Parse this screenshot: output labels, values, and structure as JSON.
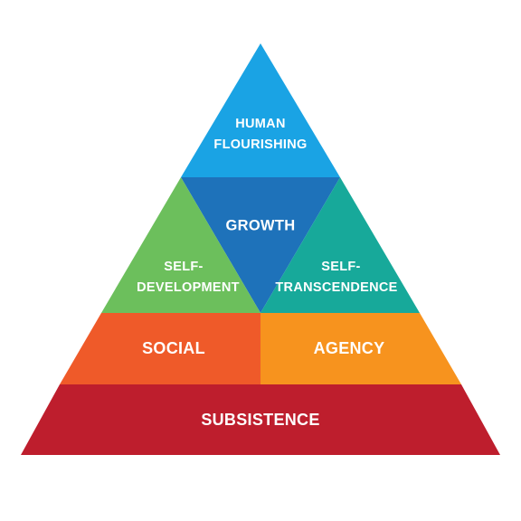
{
  "diagram": {
    "levels": [
      {
        "id": "human-flourishing",
        "lines": [
          "HUMAN",
          "FLOURISHING"
        ],
        "color": "#1AA3E4"
      },
      {
        "id": "growth",
        "lines": [
          "GROWTH"
        ],
        "color": "#1E72BA"
      },
      {
        "id": "self-development",
        "lines": [
          "SELF-",
          "DEVELOPMENT"
        ],
        "color": "#6CBF5C"
      },
      {
        "id": "self-transcendence",
        "lines": [
          "SELF-",
          "TRANSCENDENCE"
        ],
        "color": "#17A99A"
      },
      {
        "id": "social",
        "lines": [
          "SOCIAL"
        ],
        "color": "#EF5A29"
      },
      {
        "id": "agency",
        "lines": [
          "AGENCY"
        ],
        "color": "#F7931E"
      },
      {
        "id": "subsistence",
        "lines": [
          "SUBSISTENCE"
        ],
        "color": "#BE1E2D"
      }
    ]
  }
}
